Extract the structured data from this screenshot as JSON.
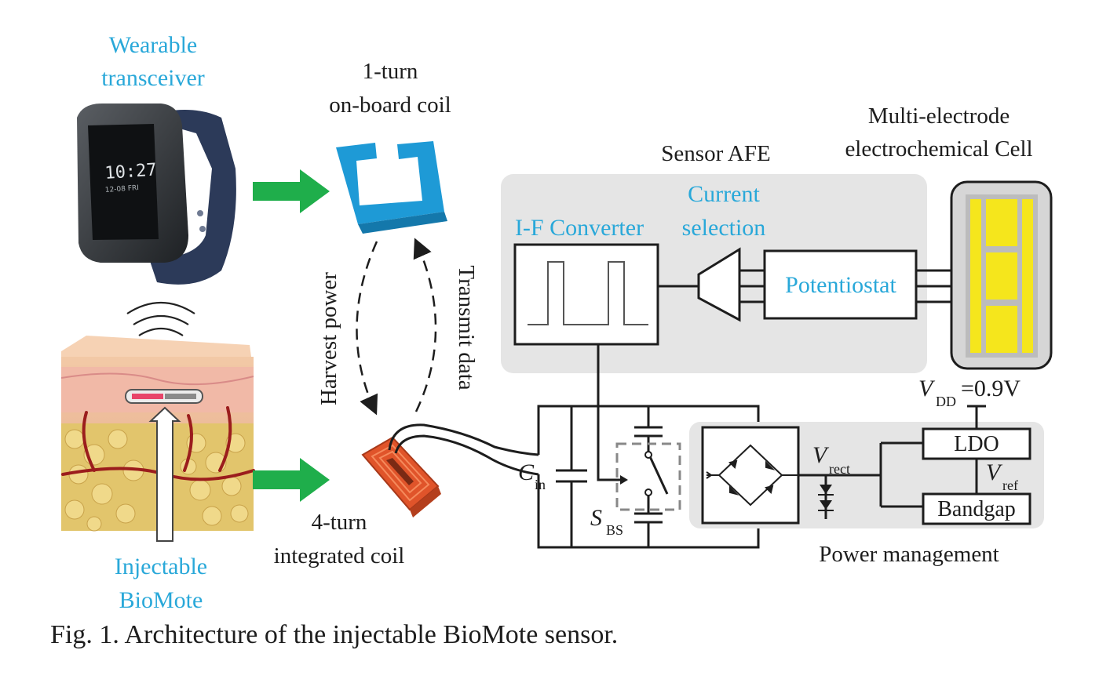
{
  "labels": {
    "wearable_line1": "Wearable",
    "wearable_line2": "transceiver",
    "watch_time": "10:27",
    "watch_date": "12-08 FRI",
    "coil1_line1": "1-turn",
    "coil1_line2": "on-board coil",
    "harvest_power": "Harvest power",
    "transmit_data": "Transmit data",
    "coil4_line1": "4-turn",
    "coil4_line2": "integrated coil",
    "injectable_line1": "Injectable",
    "injectable_line2": "BioMote",
    "sensor_afe": "Sensor AFE",
    "multi_line1": "Multi-electrode",
    "multi_line2": "electrochemical Cell",
    "if_converter": "I-F Converter",
    "current_line1": "Current",
    "current_line2": "selection",
    "potentiostat": "Potentiostat",
    "cin_main": "C",
    "cin_sub": "in",
    "sbs_main": "S",
    "sbs_sub": "BS",
    "vrect_main": "V",
    "vrect_sub": "rect",
    "vdd_main": "V",
    "vdd_sub": "DD",
    "vdd_value": "=0.9V",
    "ldo": "LDO",
    "vref_main": "V",
    "vref_sub": "ref",
    "bandgap": "Bandgap",
    "power_management": "Power management"
  },
  "caption": "Fig. 1.  Architecture of the injectable BioMote sensor.",
  "colors": {
    "label_blue": "#29a8d9",
    "arrow_green": "#1fae4b",
    "coil_blue": "#1e9ad6",
    "coil_orange": "#e0542a",
    "electrode_yellow": "#f5e61c",
    "afe_panel": "#e5e5e5"
  }
}
